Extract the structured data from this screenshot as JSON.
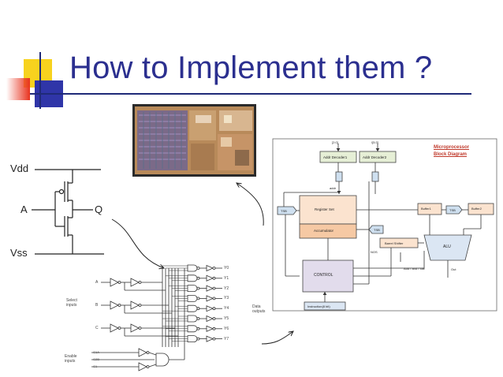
{
  "slide": {
    "title": "How to Implement them ?"
  },
  "inverter": {
    "vdd": "Vdd",
    "vss": "Vss",
    "input": "A",
    "output": "Q"
  },
  "decoder": {
    "select_label_1": "Select",
    "select_label_2": "inputs",
    "enable_label_1": "Enable",
    "enable_label_2": "inputs",
    "data_label_1": "Data",
    "data_label_2": "outputs",
    "input_names": [
      "A",
      "B",
      "C"
    ],
    "enable_names": [
      "G1A",
      "G2B",
      "G1"
    ],
    "output_names": [
      "Y0",
      "Y1",
      "Y2",
      "Y3",
      "Y4",
      "Y5",
      "Y6",
      "Y7"
    ]
  },
  "block_diagram": {
    "heading_1": "Microprocessor",
    "heading_2": "Block Diagram",
    "addr_low": "[2:0]",
    "addr_high": "\\[5:3]",
    "addr_decoder1": "Addr Decoder1",
    "addr_decoder2": "Addr Decoder2",
    "register_set": "Register Set",
    "accumulator": "Accumulator",
    "barrel_shifter": "Barrel Shifter",
    "control": "CONTROL",
    "alu": "ALU",
    "buffer1": "Buffer1",
    "buffer2": "Buffer2",
    "tsb": "TSB",
    "instruction": "Instruction(8 bit)",
    "ops": "Add / and / Idle",
    "out": "Out",
    "nos": "NOS",
    "addr": "addr"
  },
  "colors": {
    "title": "#2b2f8f",
    "rule": "#1f2a78",
    "deco_yellow": "#f7d21e",
    "deco_red": "#e8321e",
    "deco_blue": "#2f35a8",
    "block_green": "#e6efd6",
    "block_orange": "#fbe3cf",
    "block_purple": "#e2dcec",
    "block_blue": "#dbe6f3",
    "heading_red": "#c0392b"
  }
}
